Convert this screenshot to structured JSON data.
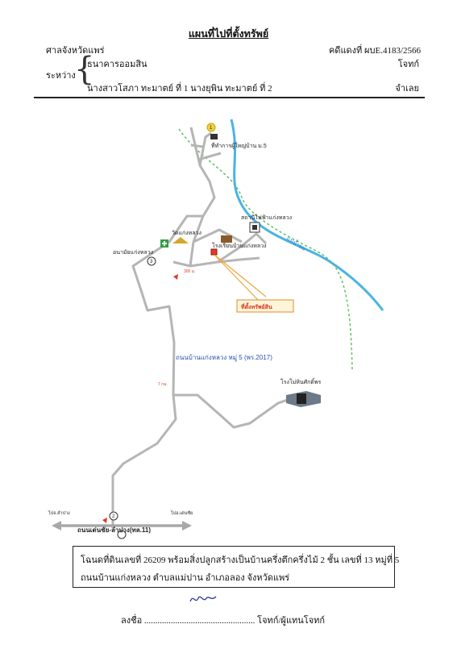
{
  "header": {
    "title": "แผนที่ไปที่ตั้งทรัพย์",
    "court": "ศาลจังหวัดแพร่",
    "case_number": "คดีแดงที่ ผบE.4183/2566",
    "between": "ระหว่าง",
    "plaintiff": "ธนาคารออมสิน",
    "plaintiff_role": "โจทก์",
    "defendants": "นางสาวโสภา ทะมาตย์ ที่ 1    นางยุพิน ทะมาตย์ ที่ 2",
    "defendant_role": "จำเลย"
  },
  "map": {
    "labels": {
      "village_office": "ที่ทำการผู้ใหญ่บ้าน ม.5",
      "power_station": "สถานีไฟฟ้าแก่งหลวง",
      "temple": "วัดแก่งหลวง",
      "health_center": "อนามัยแก่งหลวง",
      "school": "โรงเรียนบ้านแก่งหลวง",
      "river": "แม่น้ำยม",
      "property": "ที่ตั้งทรัพย์สิน",
      "distance_300": "300 ม.",
      "road_main": "ถนนบ้านแก่งหลวง หมู่ 5 (พร.2017)",
      "distance_7km": "7 กม.",
      "factory": "โรงโม่หินศักดิ์พร",
      "highway": "ถนนเด่นชัย-ลำปาง(ทล.11)",
      "to_lampang": "ไปจ.ลำปาง",
      "to_denchai": "ไปอ.เด่นชัย",
      "marker_1": "1",
      "marker_2": "2",
      "marker_3": "3"
    }
  },
  "description": {
    "line1": "โฉนดที่ดินเลขที่  26209 พร้อมสิ่งปลูกสร้างเป็นบ้านครึ่งตึกครึ่งไม้ 2 ชั้น เลขที่ 13 หมู่ที่ 5",
    "line2": "ถนนบ้านแก่งหลวง  ตำบลแม่ปาน  อำเภอลอง  จังหวัดแพร่"
  },
  "signature": {
    "text": "ลงชื่อ .................................................. โจทก์/ผู้แทนโจทก์"
  }
}
